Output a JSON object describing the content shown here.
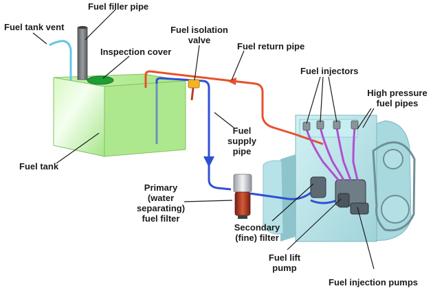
{
  "labels": {
    "fuel_tank_vent": "Fuel tank vent",
    "fuel_filler_pipe": "Fuel filler pipe",
    "inspection_cover": "Inspection cover",
    "fuel_isolation_valve_1": "Fuel isolation",
    "fuel_isolation_valve_2": "valve",
    "fuel_return_pipe": "Fuel return pipe",
    "fuel_injectors": "Fuel injectors",
    "high_pressure_fuel_pipes_1": "High pressure",
    "high_pressure_fuel_pipes_2": "fuel pipes",
    "fuel_supply_pipe_1": "Fuel",
    "fuel_supply_pipe_2": "supply",
    "fuel_supply_pipe_3": "pipe",
    "fuel_tank": "Fuel tank",
    "primary_filter_1": "Primary",
    "primary_filter_2": "(water",
    "primary_filter_3": "separating)",
    "primary_filter_4": "fuel filter",
    "secondary_filter_1": "Secondary",
    "secondary_filter_2": "(fine) filter",
    "fuel_lift_pump_1": "Fuel lift",
    "fuel_lift_pump_2": "pump",
    "fuel_injection_pumps": "Fuel injection pumps"
  },
  "colors": {
    "tank": "#b9ef9a",
    "engine": "#bfe8ec",
    "return_pipe": "#e8502a",
    "supply_pipe": "#2f4fd6",
    "high_pressure_pipes": "#b04fd0",
    "vent_pipe": "#63c5e8",
    "filler_pipe": "#7a7e82",
    "valve": "#f4b327"
  }
}
